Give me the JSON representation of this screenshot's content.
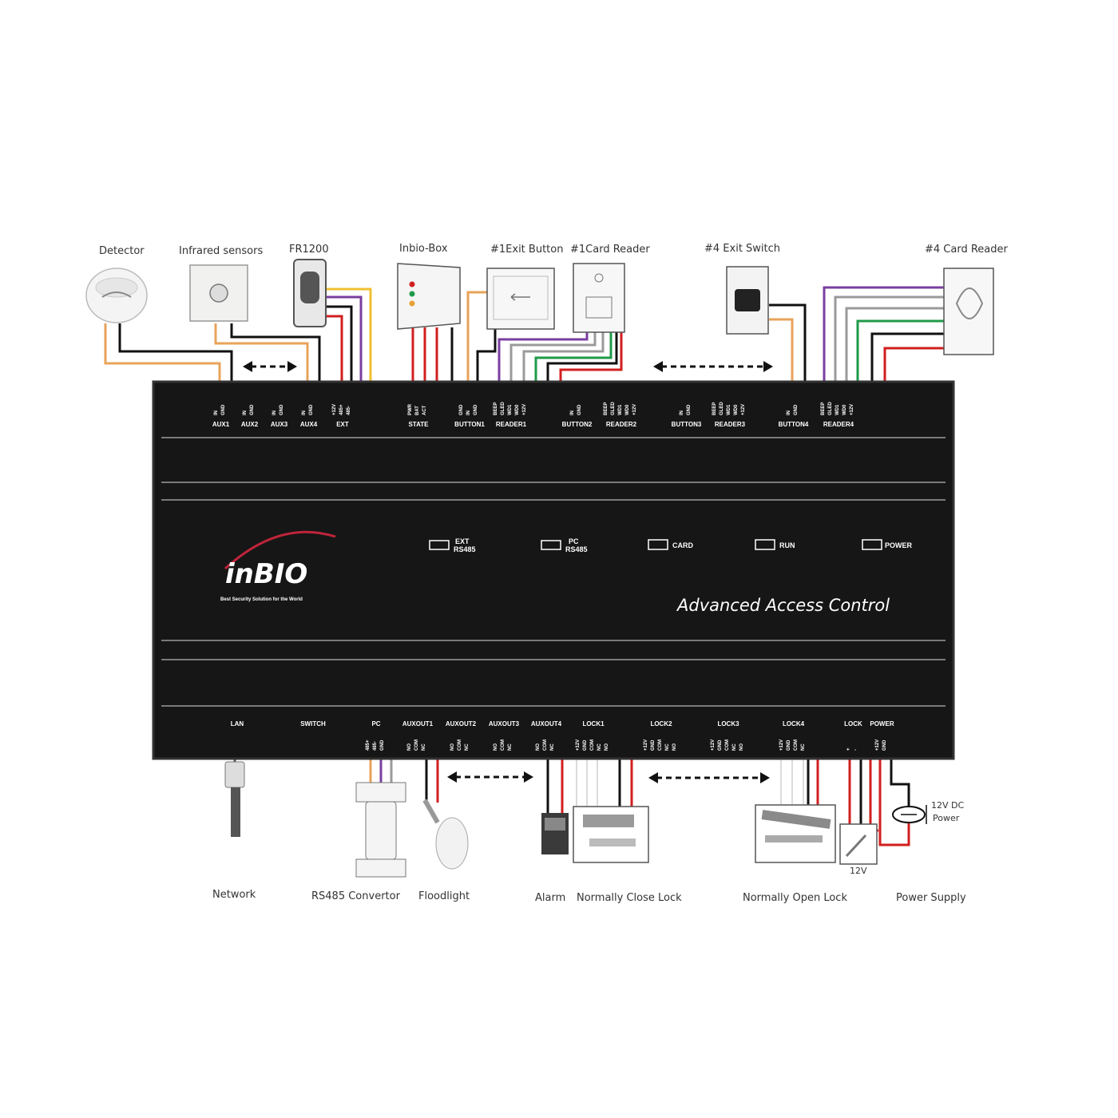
{
  "colors": {
    "panel": "#161616",
    "wire_orange": "#e8a35a",
    "wire_purple": "#7a3fa0",
    "wire_red": "#d21f1f",
    "wire_green": "#1f9a4a",
    "wire_yellow": "#f0c030",
    "wire_gray": "#9a9a9a",
    "wire_black": "#111111"
  },
  "top_devices": {
    "detector": "Detector",
    "infrared": "Infrared sensors",
    "fr1200": "FR1200",
    "inbio_box": "Inbio-Box",
    "exit_button_1": "#1Exit Button",
    "card_reader_1": "#1Card Reader",
    "exit_switch_4": "#4 Exit Switch",
    "card_reader_4": "#4 Card Reader"
  },
  "bottom_devices": {
    "network": "Network",
    "rs485": "RS485 Convertor",
    "floodlight": "Floodlight",
    "alarm": "Alarm",
    "nc_lock": "Normally Close Lock",
    "no_lock": "Normally Open Lock",
    "power_supply": "Power Supply",
    "v12": "12V",
    "dc_power_1": "12V DC",
    "dc_power_2": "Power"
  },
  "top_ports": [
    {
      "name": "AUX1",
      "pins": [
        "IN",
        "GND"
      ]
    },
    {
      "name": "AUX2",
      "pins": [
        "IN",
        "GND"
      ]
    },
    {
      "name": "AUX3",
      "pins": [
        "IN",
        "GND"
      ]
    },
    {
      "name": "AUX4",
      "pins": [
        "IN",
        "GND"
      ]
    },
    {
      "name": "EXT",
      "pins": [
        "+12V",
        "485+",
        "485-"
      ]
    },
    {
      "name": "STATE",
      "pins": [
        "PWR",
        "BAT",
        "ACT"
      ]
    },
    {
      "name": "BUTTON1",
      "pins": [
        "GND",
        "IN",
        "GND"
      ]
    },
    {
      "name": "READER1",
      "pins": [
        "BEEP",
        "GLED",
        "WD1",
        "WD0",
        "+12V"
      ]
    },
    {
      "name": "BUTTON2",
      "pins": [
        "IN",
        "GND"
      ]
    },
    {
      "name": "READER2",
      "pins": [
        "BEEP",
        "GLED",
        "WD1",
        "WD0",
        "+12V"
      ]
    },
    {
      "name": "BUTTON3",
      "pins": [
        "IN",
        "GND"
      ]
    },
    {
      "name": "READER3",
      "pins": [
        "BEEP",
        "GLED",
        "WD1",
        "WD0",
        "+12V"
      ]
    },
    {
      "name": "BUTTON4",
      "pins": [
        "IN",
        "GND"
      ]
    },
    {
      "name": "READER4",
      "pins": [
        "BEEP",
        "GLED",
        "WD1",
        "WD0",
        "+12V"
      ]
    }
  ],
  "bottom_ports": [
    {
      "name": "LAN",
      "pins": []
    },
    {
      "name": "SWITCH",
      "pins": []
    },
    {
      "name": "PC",
      "pins": [
        "485+",
        "485-",
        "GND"
      ]
    },
    {
      "name": "AUXOUT1",
      "pins": [
        "NO",
        "COM",
        "NC"
      ]
    },
    {
      "name": "AUXOUT2",
      "pins": [
        "NO",
        "COM",
        "NC"
      ]
    },
    {
      "name": "AUXOUT3",
      "pins": [
        "NO",
        "COM",
        "NC"
      ]
    },
    {
      "name": "AUXOUT4",
      "pins": [
        "NO",
        "COM",
        "NC"
      ]
    },
    {
      "name": "LOCK1",
      "pins": [
        "+12V",
        "GND",
        "COM",
        "NC",
        "NO"
      ]
    },
    {
      "name": "LOCK2",
      "pins": [
        "+12V",
        "GND",
        "COM",
        "NC",
        "NO"
      ]
    },
    {
      "name": "LOCK3",
      "pins": [
        "+12V",
        "GND",
        "COM",
        "NC",
        "NO"
      ]
    },
    {
      "name": "LOCK4",
      "pins": [
        "+12V",
        "GND",
        "COM",
        "NC"
      ]
    },
    {
      "name": "LOCK",
      "pins": [
        "+",
        "-"
      ]
    },
    {
      "name": "POWER",
      "pins": [
        "+12V",
        "GND"
      ]
    }
  ],
  "leds": [
    {
      "line1": "EXT",
      "line2": "RS485"
    },
    {
      "line1": "PC",
      "line2": "RS485"
    },
    {
      "line1": "CARD",
      "line2": ""
    },
    {
      "line1": "RUN",
      "line2": ""
    },
    {
      "line1": "POWER",
      "line2": ""
    }
  ],
  "brand": {
    "logo": "inBIO",
    "tagline": "Best Security Solution for the World",
    "product": "Advanced Access Control"
  }
}
